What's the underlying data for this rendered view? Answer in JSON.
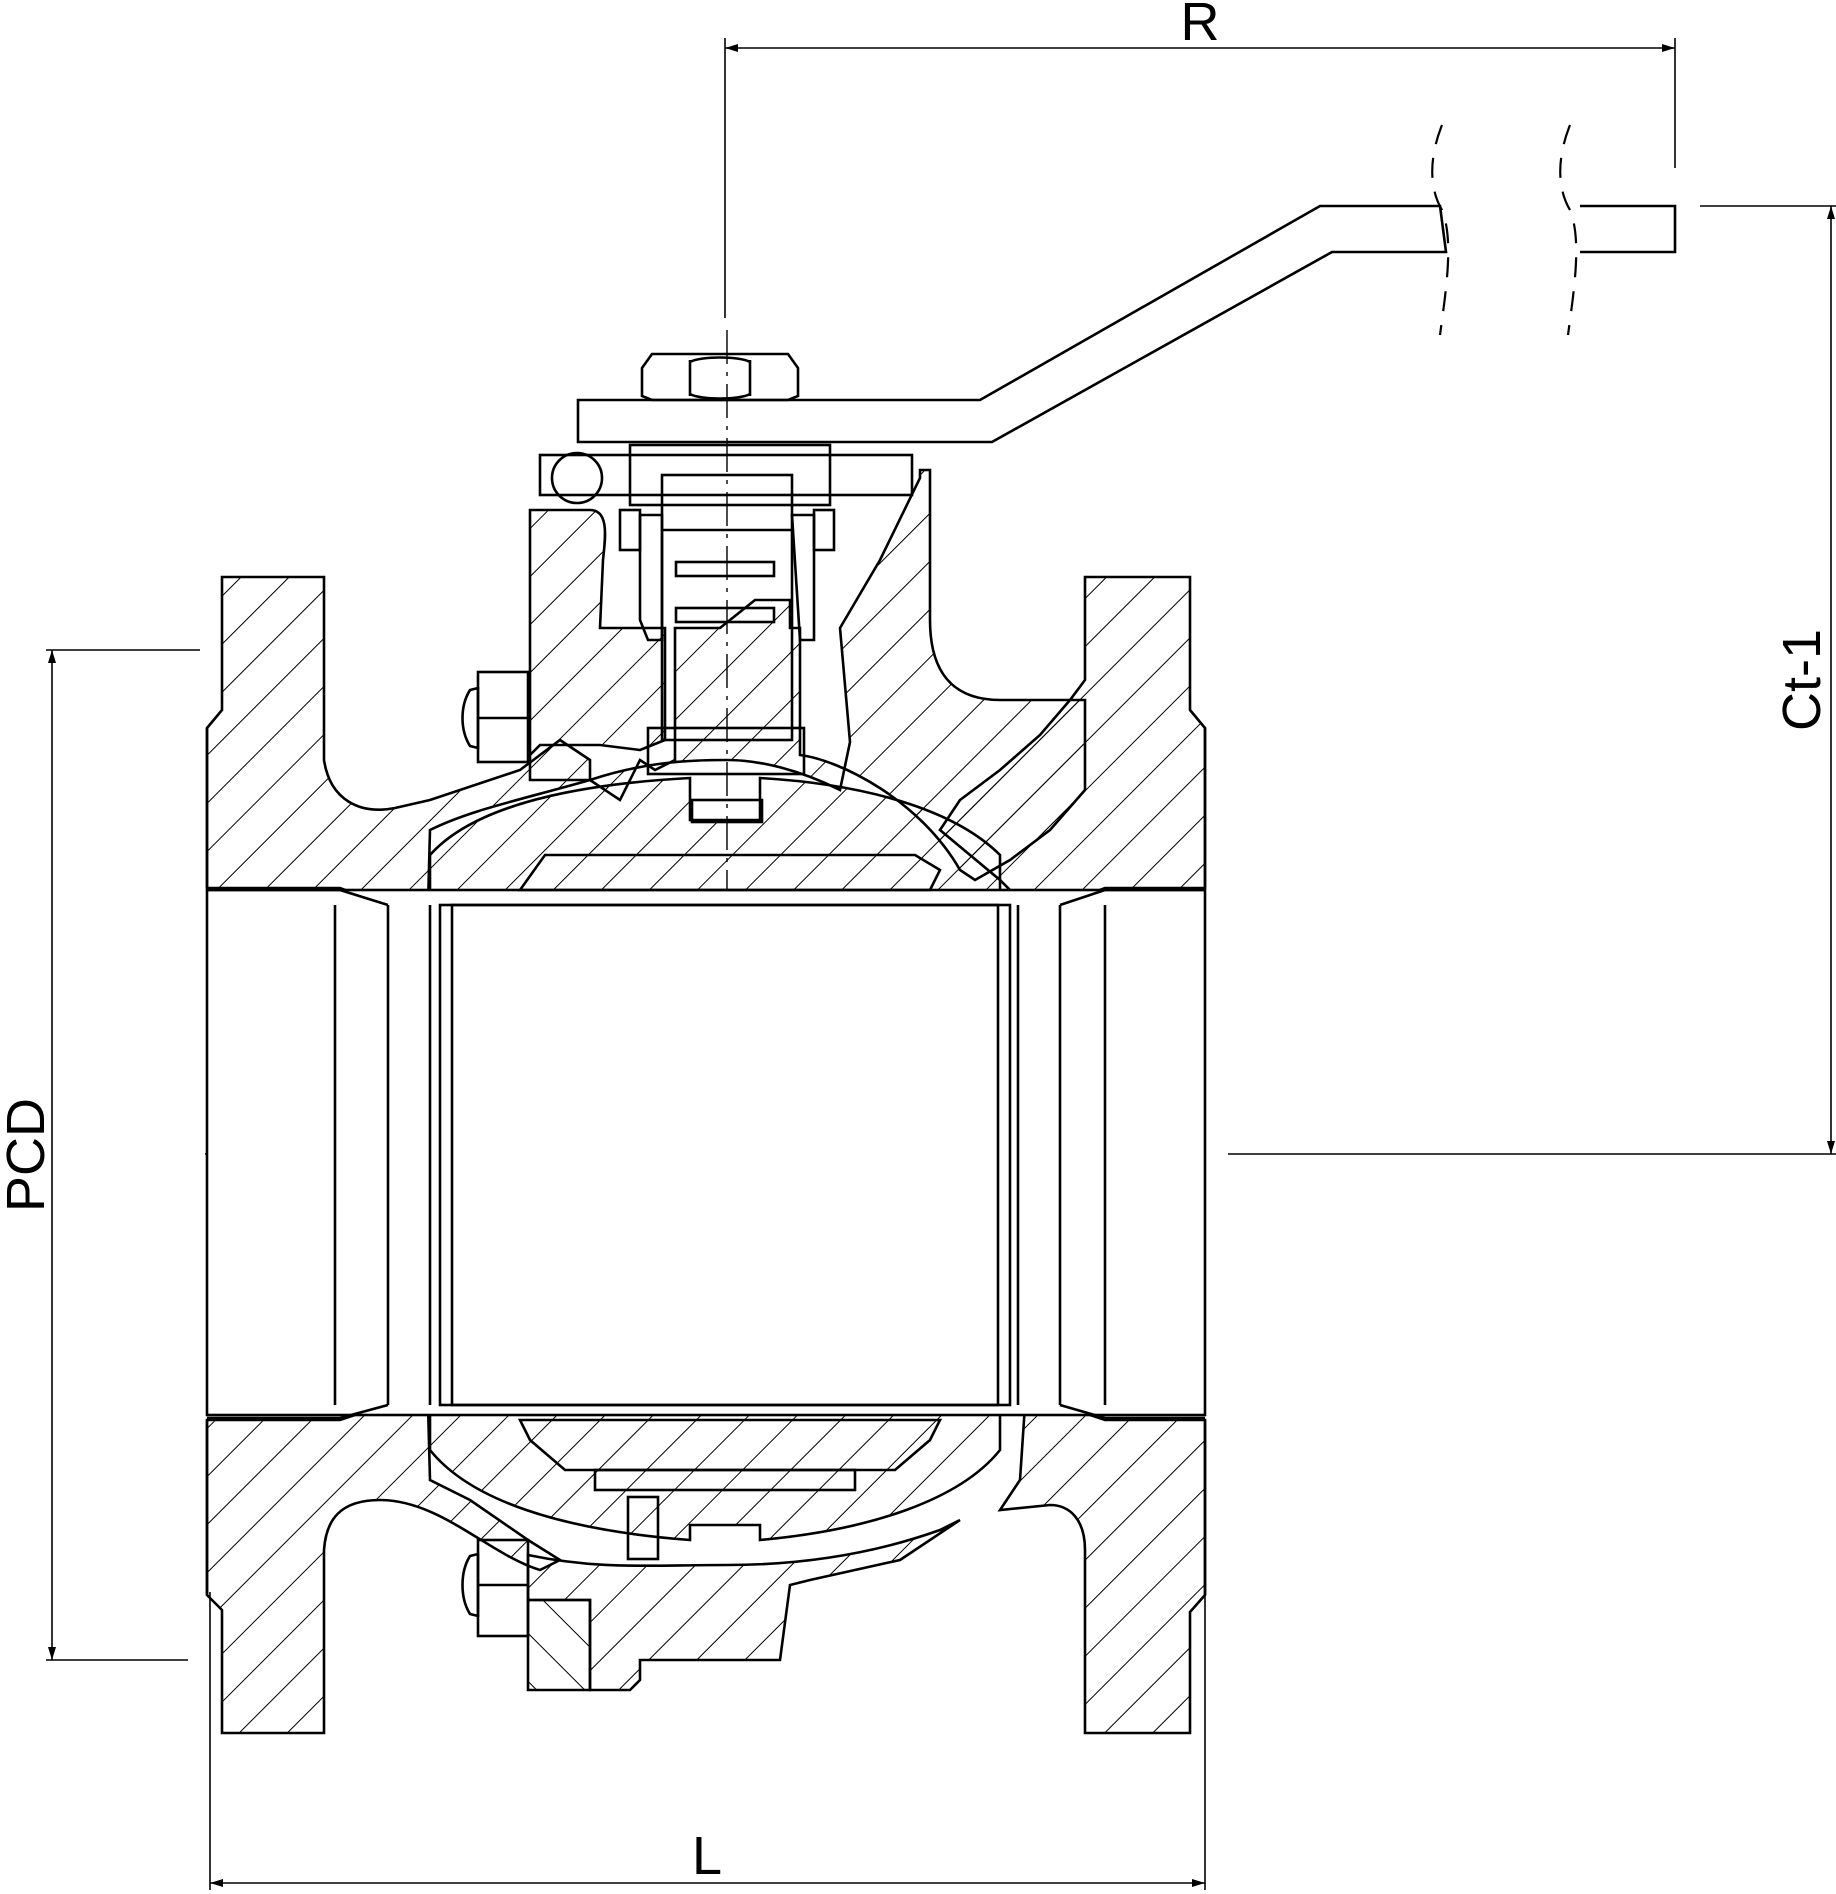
{
  "drawing": {
    "subject": "ball-valve-section",
    "dimensions": {
      "R": "R",
      "Ct1": "Ct-1",
      "PCD": "PCD",
      "L": "L"
    },
    "colors": {
      "line": "#000000",
      "background": "#ffffff"
    }
  }
}
